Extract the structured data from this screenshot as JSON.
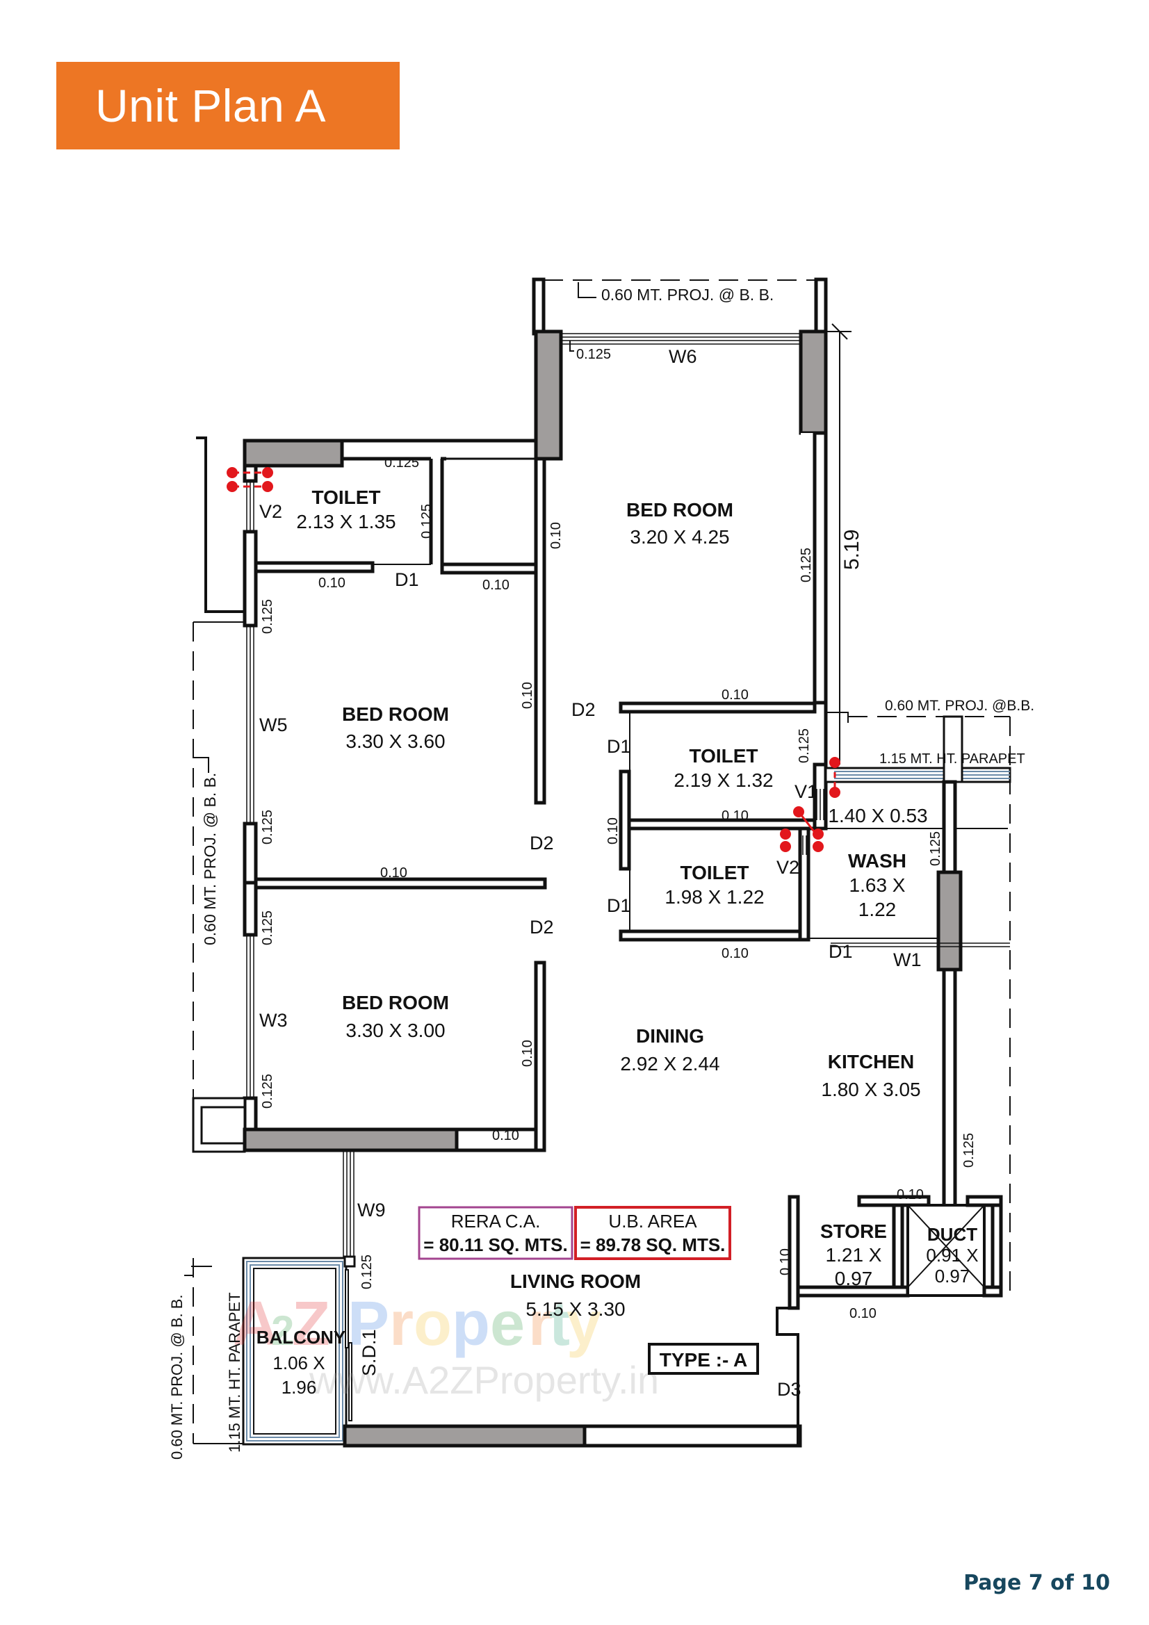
{
  "header": {
    "title": "Unit Plan A",
    "banner_color": "#ed7624"
  },
  "footer": {
    "page_label": "Page 7 of 10",
    "color": "#17475e"
  },
  "plan": {
    "type_label": "TYPE :- A",
    "areas": {
      "rera": {
        "label": "RERA C.A.",
        "value": "= 80.11 SQ. MTS.",
        "border_color": "#a3448f"
      },
      "ub": {
        "label": "U.B. AREA",
        "value": "= 89.78 SQ. MTS.",
        "border_color": "#d21f26"
      }
    },
    "rooms": {
      "bedroom_master": {
        "name": "BED ROOM",
        "size": "3.20 X 4.25"
      },
      "bedroom_2": {
        "name": "BED ROOM",
        "size": "3.30 X 3.60"
      },
      "bedroom_3": {
        "name": "BED ROOM",
        "size": "3.30 X 3.00"
      },
      "toilet_1": {
        "name": "TOILET",
        "size": "2.13 X 1.35"
      },
      "toilet_2": {
        "name": "TOILET",
        "size": "2.19 X 1.32"
      },
      "toilet_3": {
        "name": "TOILET",
        "size": "1.98 X 1.22"
      },
      "wash": {
        "name": "WASH",
        "size_line1": "1.63 X",
        "size_line2": "1.22"
      },
      "wash_ext": {
        "size": "1.40 X 0.53"
      },
      "dining": {
        "name": "DINING",
        "size": "2.92 X 2.44"
      },
      "kitchen": {
        "name": "KITCHEN",
        "size": "1.80 X 3.05"
      },
      "living": {
        "name": "LIVING ROOM",
        "size": "5.15 X 3.30"
      },
      "store": {
        "name": "STORE",
        "size_line1": "1.21 X",
        "size_line2": "0.97"
      },
      "duct": {
        "name": "DUCT",
        "size_line1": "0.91 X",
        "size_line2": "0.97"
      },
      "balcony": {
        "name": "BALCONY",
        "size_line1": "1.06 X",
        "size_line2": "1.96"
      }
    },
    "annotations": {
      "proj_top": "0.60 MT. PROJ. @ B. B.",
      "proj_right": "0.60 MT. PROJ. @B.B.",
      "parapet_right": "1.15 MT. HT. PARAPET",
      "proj_left": "0.60 MT. PROJ. @ B. B.",
      "proj_balcony": "0.60 MT. PROJ. @ B. B.",
      "parapet_balcony": "1.15 MT. HT. PARAPET",
      "overall_dim": "5.19"
    },
    "openings": {
      "w6": "W6",
      "w5": "W5",
      "w3": "W3",
      "w9": "W9",
      "w1": "W1",
      "v1": "V1",
      "v2_top": "V2",
      "v2_mid": "V2",
      "d1_a": "D1",
      "d1_b": "D1",
      "d1_c": "D1",
      "d1_d": "D1",
      "d2_a": "D2",
      "d2_b": "D2",
      "d2_c": "D2",
      "d3": "D3",
      "sd1": "S.D.1"
    },
    "wall_thickness": {
      "t0125": "0.125",
      "t010": "0.10"
    }
  },
  "watermark": {
    "logo": "A2Z Property",
    "url": "www.A2ZProperty.in"
  }
}
